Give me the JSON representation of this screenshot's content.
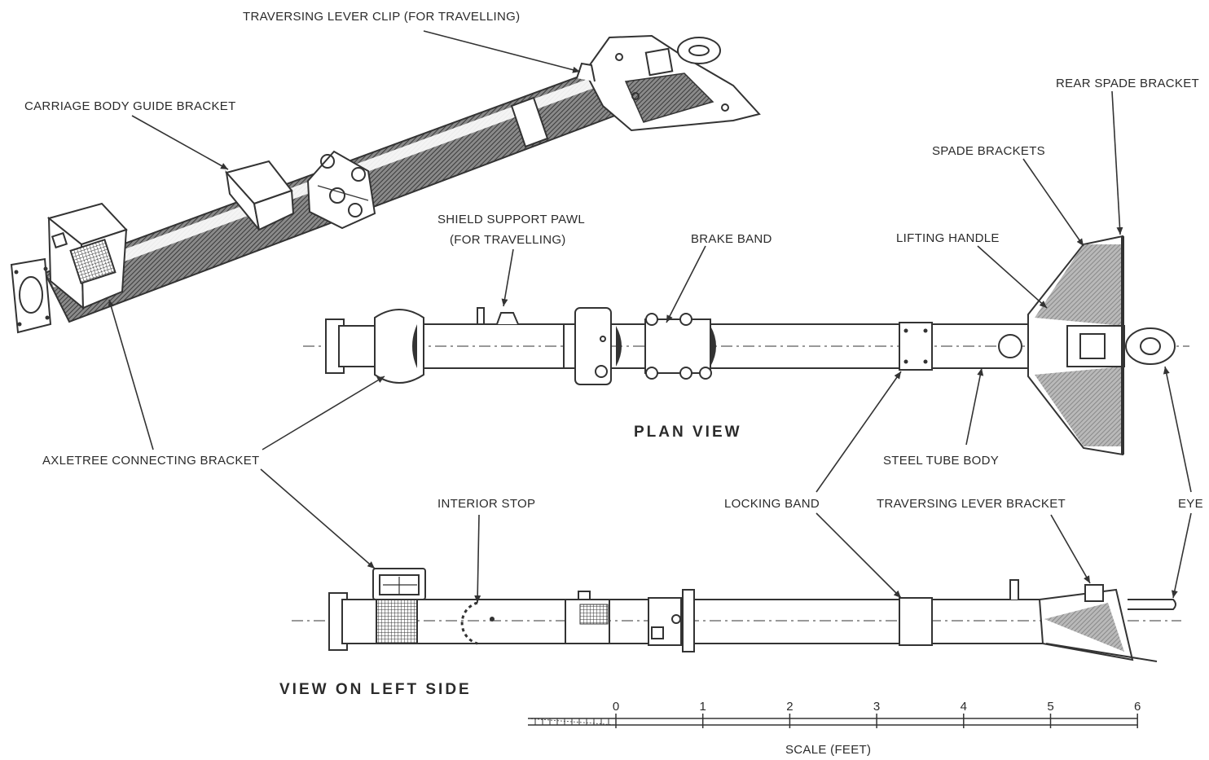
{
  "labels": {
    "traversing_lever_clip": "TRAVERSING LEVER CLIP  (FOR TRAVELLING)",
    "carriage_body_guide_bracket": "CARRIAGE BODY GUIDE BRACKET",
    "rear_spade_bracket": "REAR SPADE BRACKET",
    "spade_brackets": "SPADE BRACKETS",
    "shield_support_pawl_line1": "SHIELD SUPPORT PAWL",
    "shield_support_pawl_line2": "(FOR TRAVELLING)",
    "brake_band": "BRAKE BAND",
    "lifting_handle": "LIFTING HANDLE",
    "axletree_connecting_bracket": "AXLETREE CONNECTING BRACKET",
    "steel_tube_body": "STEEL TUBE BODY",
    "interior_stop": "INTERIOR STOP",
    "locking_band": "LOCKING BAND",
    "traversing_lever_bracket": "TRAVERSING LEVER BRACKET",
    "eye": "EYE"
  },
  "views": {
    "plan_view": "PLAN VIEW",
    "left_side_view": "VIEW ON LEFT SIDE"
  },
  "scale": {
    "label": "SCALE (FEET)",
    "ticks": [
      "0",
      "1",
      "2",
      "3",
      "4",
      "5",
      "6"
    ]
  }
}
